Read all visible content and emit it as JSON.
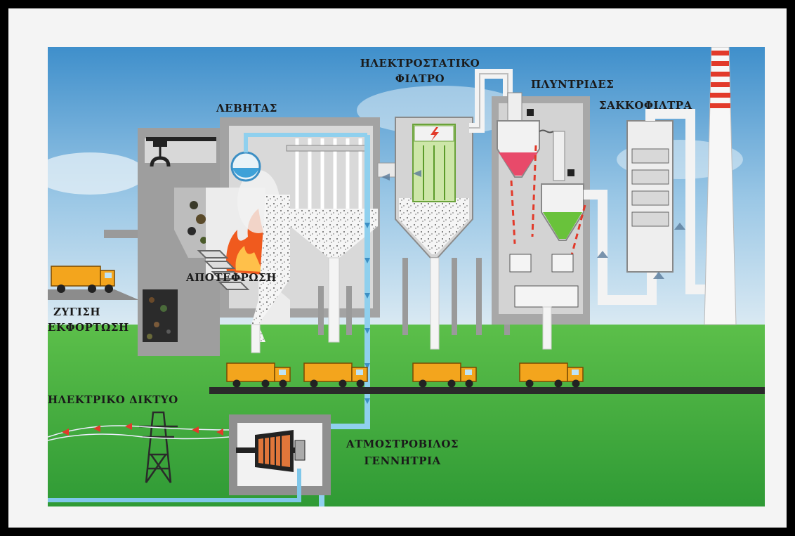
{
  "labels": {
    "electrostatic_filter_line1": "ΗΛΕΚΤΡΟΣΤΑΤΙΚΟ",
    "electrostatic_filter_line2": "ΦΙΛΤΡΟ",
    "scrubbers": "ΠΛΥΝΤΡΙΔΕΣ",
    "bag_filters": "ΣΑΚΚΟΦΙΛΤΡΑ",
    "boiler": "ΛΕΒΗΤΑΣ",
    "incineration": "ΑΠΟΤΕΦΡΩΣΗ",
    "weighing_line1": "ΖΥΓΙΣΗ",
    "weighing_line2": "ΕΚΦΟΡΤΩΣΗ",
    "electric_grid": "ΗΛΕΚΤΡΙΚΟ ΔΙΚΤΥΟ",
    "turbine_line1": "ΑΤΜΟΣΤΡΟΒΙΛΟΣ",
    "turbine_line2": "ΓΕΝΝΗΤΡΙΑ"
  },
  "colors": {
    "sky_top": "#3f8fcb",
    "sky_bottom": "#d7eaf5",
    "grass": "#3fa63a",
    "building": "#9a9a9a",
    "wall": "#cfcfcf",
    "pipe": "#7fc7ea",
    "truck": "#f3a51d",
    "fire": "#f05a1e",
    "hopper_red": "#e84a6a",
    "hopper_green": "#69c23b",
    "chimney_stripe": "#e23a2a"
  },
  "icons": [
    "crane-claw-icon",
    "electricity-bolt-icon",
    "pylon-icon",
    "truck-icon",
    "generator-icon"
  ]
}
